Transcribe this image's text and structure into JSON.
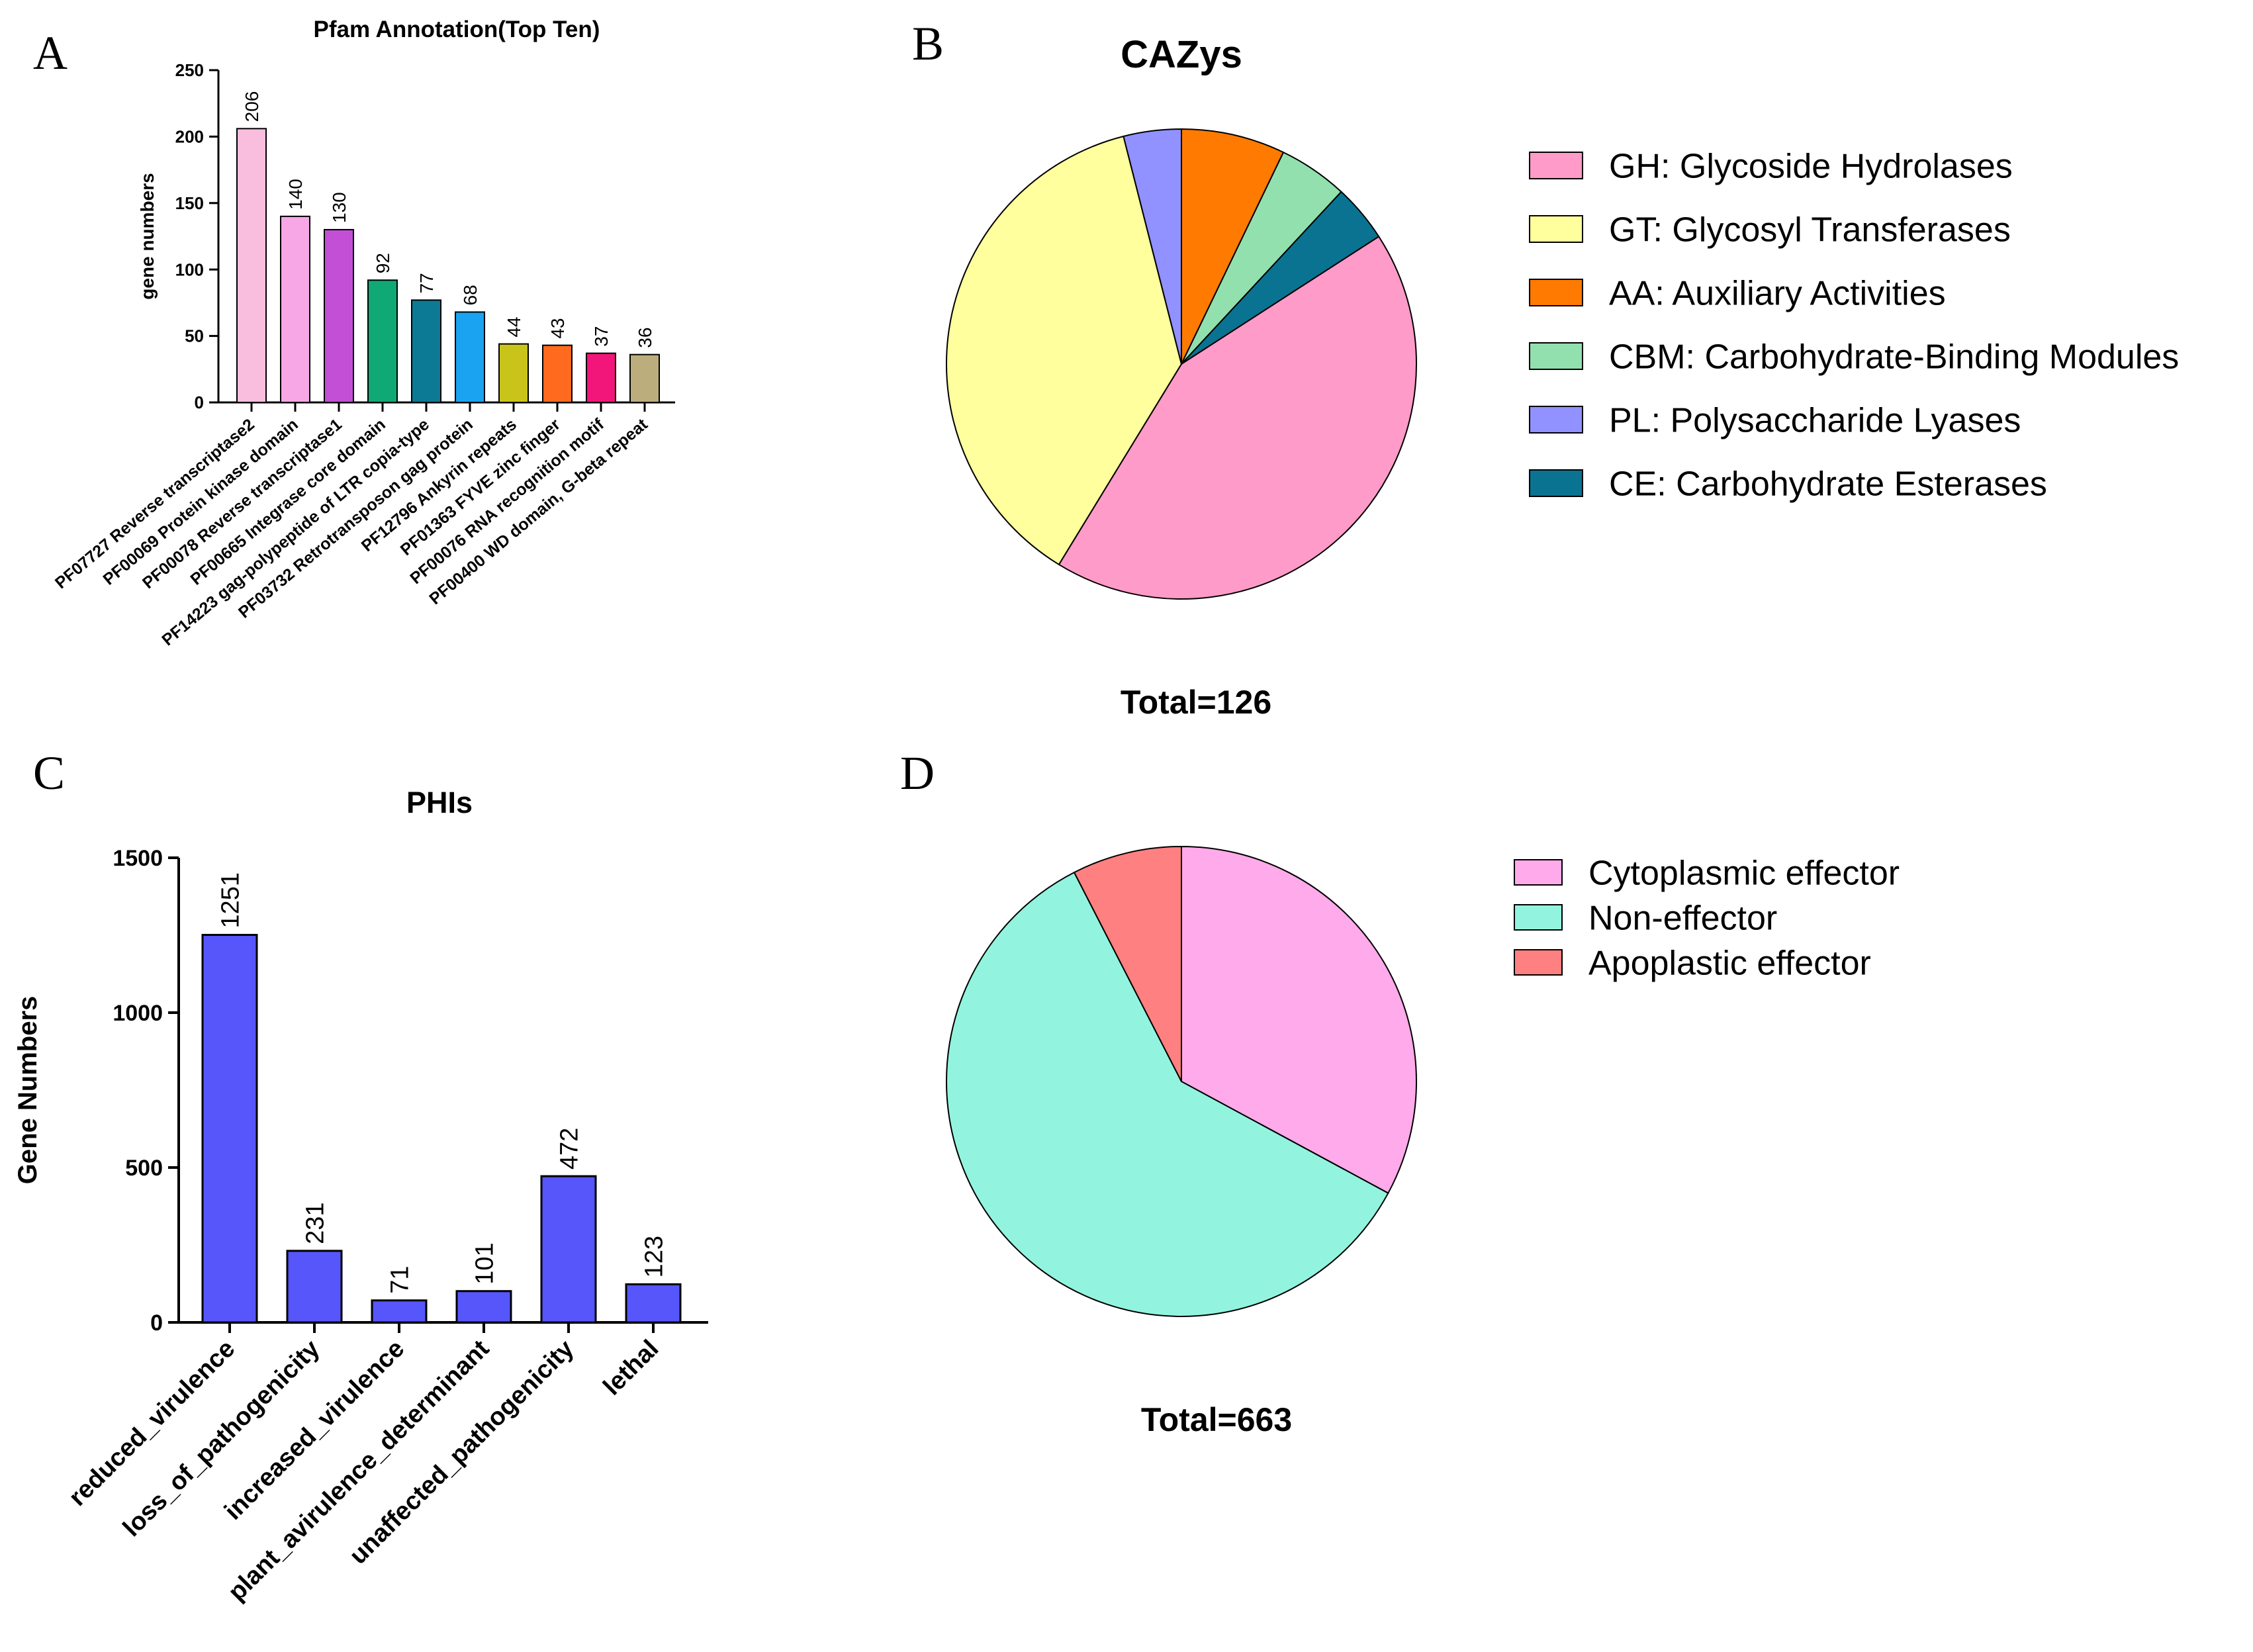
{
  "panels": {
    "a": {
      "letter": "A",
      "title": "Pfam Annotation(Top Ten)"
    },
    "b": {
      "letter": "B",
      "title": "CAZys",
      "total": "Total=126"
    },
    "c": {
      "letter": "C",
      "title": "PHIs"
    },
    "d": {
      "letter": "D",
      "title": "",
      "total": "Total=663"
    }
  },
  "chart_data": [
    {
      "id": "pfam",
      "type": "bar",
      "title": "Pfam Annotation(Top Ten)",
      "xlabel": "",
      "ylabel": "gene numbers",
      "ylim": [
        0,
        250
      ],
      "yticks": [
        0,
        50,
        100,
        150,
        200,
        250
      ],
      "categories": [
        "PF07727 Reverse transcriptase2",
        "PF00069 Protein kinase domain",
        "PF00078 Reverse transcriptase1",
        "PF00665 Integrase core domain",
        "PF14223 gag-polypeptide of LTR copia-type",
        "PF03732 Retrotransposon gag protein",
        "PF12796 Ankyrin repeats",
        "PF01363 FYVE zinc finger",
        "PF00076 RNA recognition motif",
        "PF00400 WD domain, G-beta repeat"
      ],
      "values": [
        206,
        140,
        130,
        92,
        77,
        68,
        44,
        43,
        37,
        36
      ],
      "colors": [
        "#F9BEDE",
        "#F7A6E6",
        "#C24FD6",
        "#10A875",
        "#0C7A94",
        "#1AA3F0",
        "#C9C41A",
        "#FF6A1E",
        "#F2157A",
        "#BCAE7C"
      ]
    },
    {
      "id": "cazys",
      "type": "pie",
      "title": "CAZys",
      "total": "Total=126",
      "labels": [
        "GH: Glycoside Hydrolases",
        "GT: Glycosyl Transferases",
        "AA: Auxiliary Activities",
        "CBM: Carbohydrate-Binding Modules",
        "PL: Polysaccharide Lyases",
        "CE: Carbohydrate Esterases"
      ],
      "values": [
        54,
        47,
        9,
        6,
        5,
        5
      ],
      "colors": [
        "#FF9BC8",
        "#FFFF9E",
        "#FF7A00",
        "#92E0AE",
        "#9191FF",
        "#0A7392"
      ],
      "slice_order": [
        2,
        3,
        5,
        0,
        1,
        4
      ],
      "legend_position": "right"
    },
    {
      "id": "phis",
      "type": "bar",
      "title": "PHIs",
      "xlabel": "",
      "ylabel": "Gene Numbers",
      "ylim": [
        0,
        1500
      ],
      "yticks": [
        0,
        500,
        1000,
        1500
      ],
      "categories": [
        "reduced_virulence",
        "loss_of_pathogenicity",
        "increased_virulence",
        "plant_avirulence_determinant",
        "unaffected_pathogenicity",
        "lethal"
      ],
      "values": [
        1251,
        231,
        71,
        101,
        472,
        123
      ],
      "colors": [
        "#5656FA"
      ]
    },
    {
      "id": "effectors",
      "type": "pie",
      "title": "",
      "total": "Total=663",
      "labels": [
        "Cytoplasmic effector",
        "Non-effector",
        "Apoplastic effector"
      ],
      "values": [
        218,
        395,
        50
      ],
      "colors": [
        "#FFAAEA",
        "#92F4DE",
        "#FF8080"
      ],
      "slice_order": [
        0,
        1,
        2
      ],
      "legend_position": "right"
    }
  ]
}
